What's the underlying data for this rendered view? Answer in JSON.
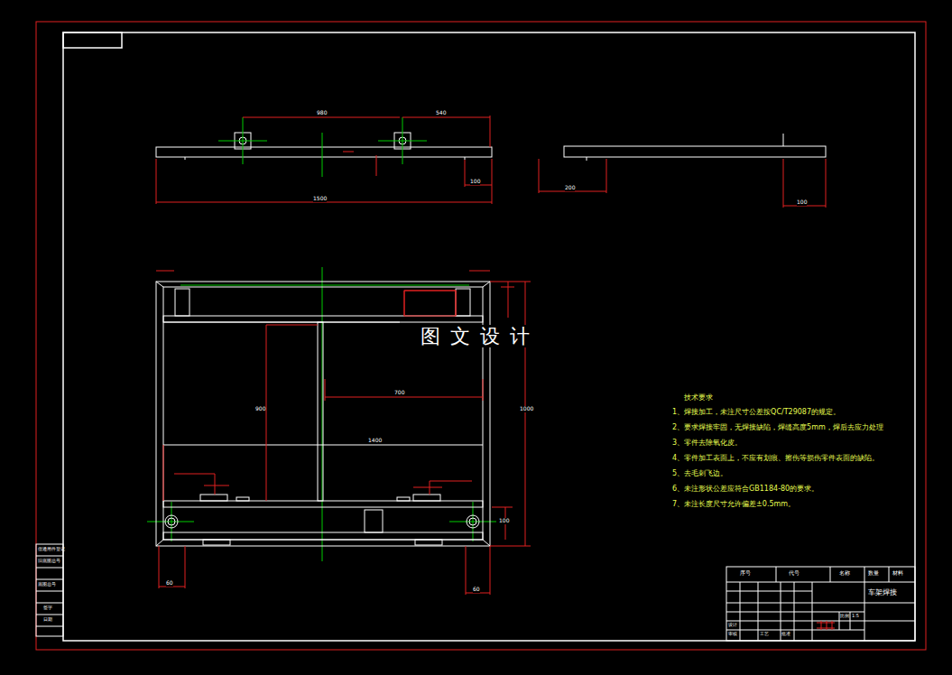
{
  "diagram": {
    "labels": [
      "图 文 设 计",
      "技术要求",
      "1、焊接加工，未注尺寸公差按QC/T29087的规定。",
      "2、要求焊接牢固，无焊接缺陷，焊缝高度5mm，焊后去应力处理",
      "3、零件去除氧化皮。",
      "4、零件加工表面上，不应有划痕、擦伤等损伤零件表面的缺陷。",
      "5、去毛刺飞边。",
      "6、未注形状公差应符合GB1184-80的要求。",
      "7、未注长度尺寸允许偏差±0.5mm。",
      "车架焊接",
      "序号",
      "代号",
      "名称",
      "数量",
      "材料",
      "980",
      "540",
      "1500",
      "100",
      "200",
      "100",
      "1400",
      "700",
      "900",
      "1000",
      "100",
      "60",
      "60",
      "借通用件登记",
      "旧底图总号",
      "底图总号",
      "签字",
      "日期",
      "设计",
      "审核",
      "工艺",
      "批准",
      "比例",
      "1:5"
    ]
  }
}
